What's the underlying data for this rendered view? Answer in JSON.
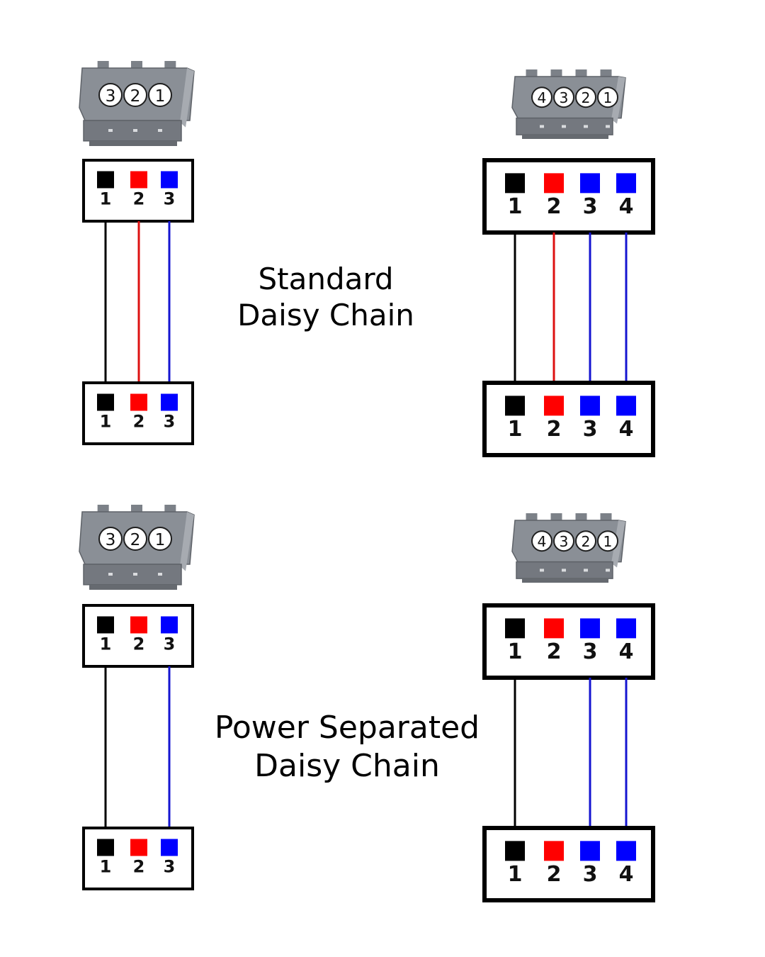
{
  "captions": {
    "standard": {
      "line1": "Standard",
      "line2": "Daisy Chain"
    },
    "power_separated": {
      "line1": "Power Separated",
      "line2": "Daisy Chain"
    }
  },
  "colors": {
    "pin_black": "#000000",
    "pin_red": "#ff0000",
    "pin_blue": "#0000ff",
    "wire_red": "#dd1111",
    "wire_blue": "#1515d0",
    "plug_body": "#8a8f96"
  },
  "connectors": {
    "three_pin": {
      "plug_labels": [
        "3",
        "2",
        "1"
      ],
      "pins": [
        "1",
        "2",
        "3"
      ],
      "pin_colors": [
        "black",
        "red",
        "blue"
      ]
    },
    "four_pin": {
      "plug_labels": [
        "4",
        "3",
        "2",
        "1"
      ],
      "pins": [
        "1",
        "2",
        "3",
        "4"
      ],
      "pin_colors": [
        "black",
        "red",
        "blue",
        "blue"
      ]
    }
  },
  "wiring": {
    "standard": {
      "wired_pins": [
        "1",
        "2",
        "3",
        "4"
      ]
    },
    "power_separated": {
      "wired_pins": [
        "1",
        "3",
        "4"
      ]
    }
  }
}
